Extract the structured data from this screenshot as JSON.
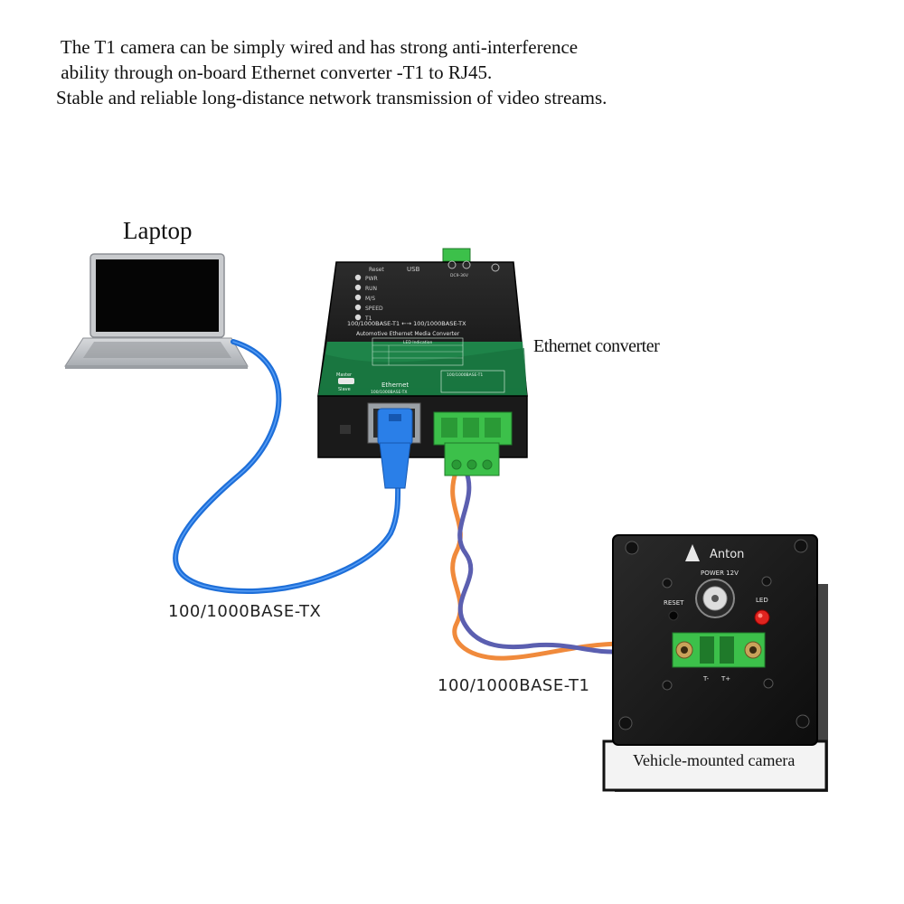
{
  "intro": {
    "line1": " The T1 camera can be simply wired and has strong anti-interference",
    "line2": " ability through on-board Ethernet converter -T1 to RJ45.",
    "line3": "Stable and reliable long-distance network transmission of video streams."
  },
  "laptop": {
    "label": "Laptop"
  },
  "converter": {
    "label": "Ethernet converter",
    "top_reset": "Reset",
    "top_usb": "USB",
    "top_power": "DC9-36V",
    "leds": [
      "PWR",
      "RUN",
      "M/S",
      "SPEED",
      "T1"
    ],
    "mode_line": "100/1000BASE-T1 ←→ 100/1000BASE-TX",
    "subtitle": "Automotive Ethernet Media Converter",
    "led_table_title": "LED Indication",
    "master": "Master",
    "slave": "Slave",
    "ethernet": "Ethernet",
    "ethernet_sub": "100/1000BASE-TX",
    "t1_port": "100/1000BASE-T1"
  },
  "camera": {
    "brand": "Anton",
    "power": "POWER 12V",
    "reset": "RESET",
    "led": "LED",
    "t_minus": "T-",
    "t_plus": "T+",
    "label": "Vehicle-mounted camera"
  },
  "links": {
    "tx_label": "100/1000BASE-TX",
    "t1_label": "100/1000BASE-T1"
  },
  "colors": {
    "ethernet_cable": "#1e6fd9",
    "twisted_orange": "#f08a3c",
    "twisted_purple": "#5b5fb0",
    "converter_green": "#1f8a4c",
    "connector_green": "#3cc04a"
  }
}
